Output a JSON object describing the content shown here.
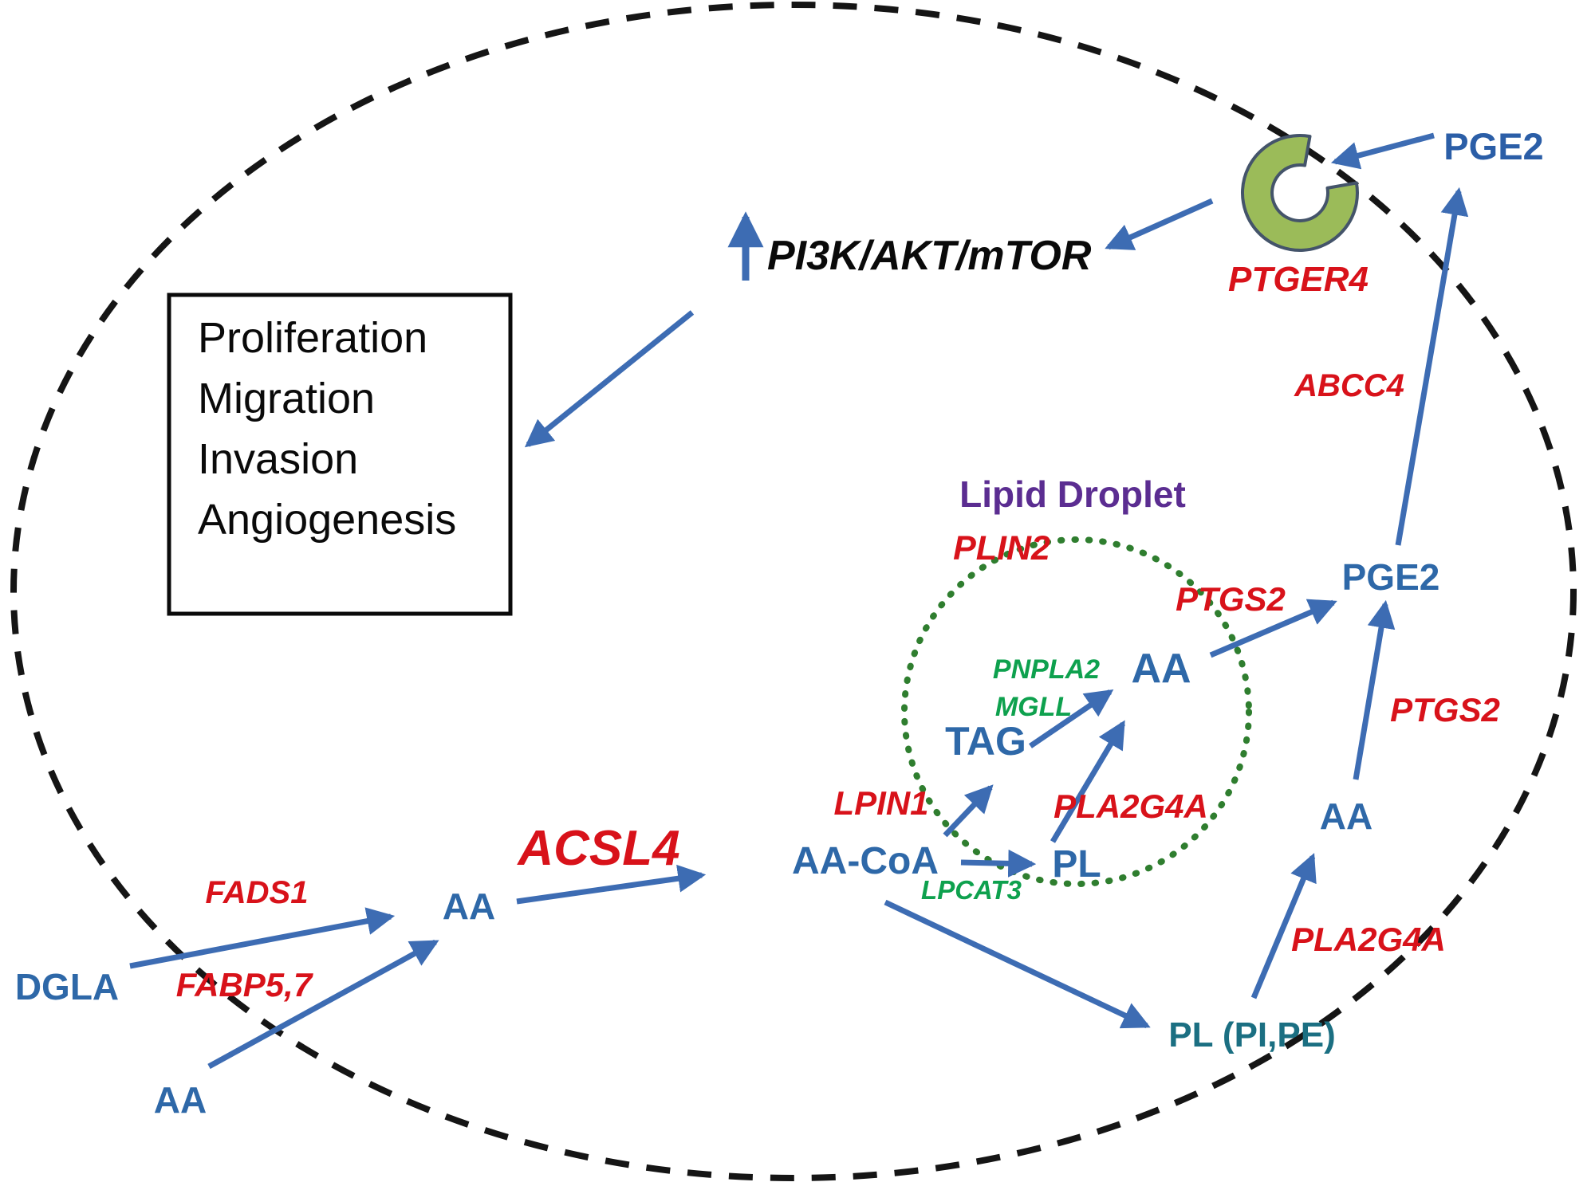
{
  "diagram": {
    "type": "cell-signaling-pathway",
    "molecules": {
      "pge2_outside": "PGE2",
      "pge2_inside": "PGE2",
      "signaling_pathway": "PI3K/AKT/mTOR",
      "dgla": "DGLA",
      "aa_mid": "AA",
      "aa_bottom": "AA",
      "aa_droplet": "AA",
      "aa_right": "AA",
      "aa_coa": "AA-CoA",
      "tag": "TAG",
      "pl_droplet": "PL",
      "pl_membrane": "PL (PI,PE)",
      "lipid_droplet_title": "Lipid Droplet"
    },
    "enzymes": {
      "ptger4": "PTGER4",
      "abcc4": "ABCC4",
      "ptgs2_droplet": "PTGS2",
      "ptgs2_right": "PTGS2",
      "plin2": "PLIN2",
      "lpin1": "LPIN1",
      "lpcat3": "LPCAT3",
      "pnpla2": "PNPLA2",
      "mgll": "MGLL",
      "pla2g4a_droplet": "PLA2G4A",
      "pla2g4a_right": "PLA2G4A",
      "acsl4": "ACSL4",
      "fads1": "FADS1",
      "fabp57": "FABP5,7"
    },
    "phenotype_box": {
      "items": [
        "Proliferation",
        "Migration",
        "Invasion",
        "Angiogenesis"
      ]
    },
    "colors": {
      "metabolite_blue": "#2E68A8",
      "enzyme_red": "#D8121A",
      "enzyme_green": "#0EA14E",
      "droplet_title_purple": "#5B2D91",
      "membrane_pl_teal": "#1B6F82",
      "arrow_blue": "#3D6CB3",
      "cell_membrane_black": "#151515",
      "droplet_circle_green": "#2F7E2F",
      "receptor_fill_green": "#9BBB59",
      "receptor_stroke": "#44546A"
    }
  }
}
